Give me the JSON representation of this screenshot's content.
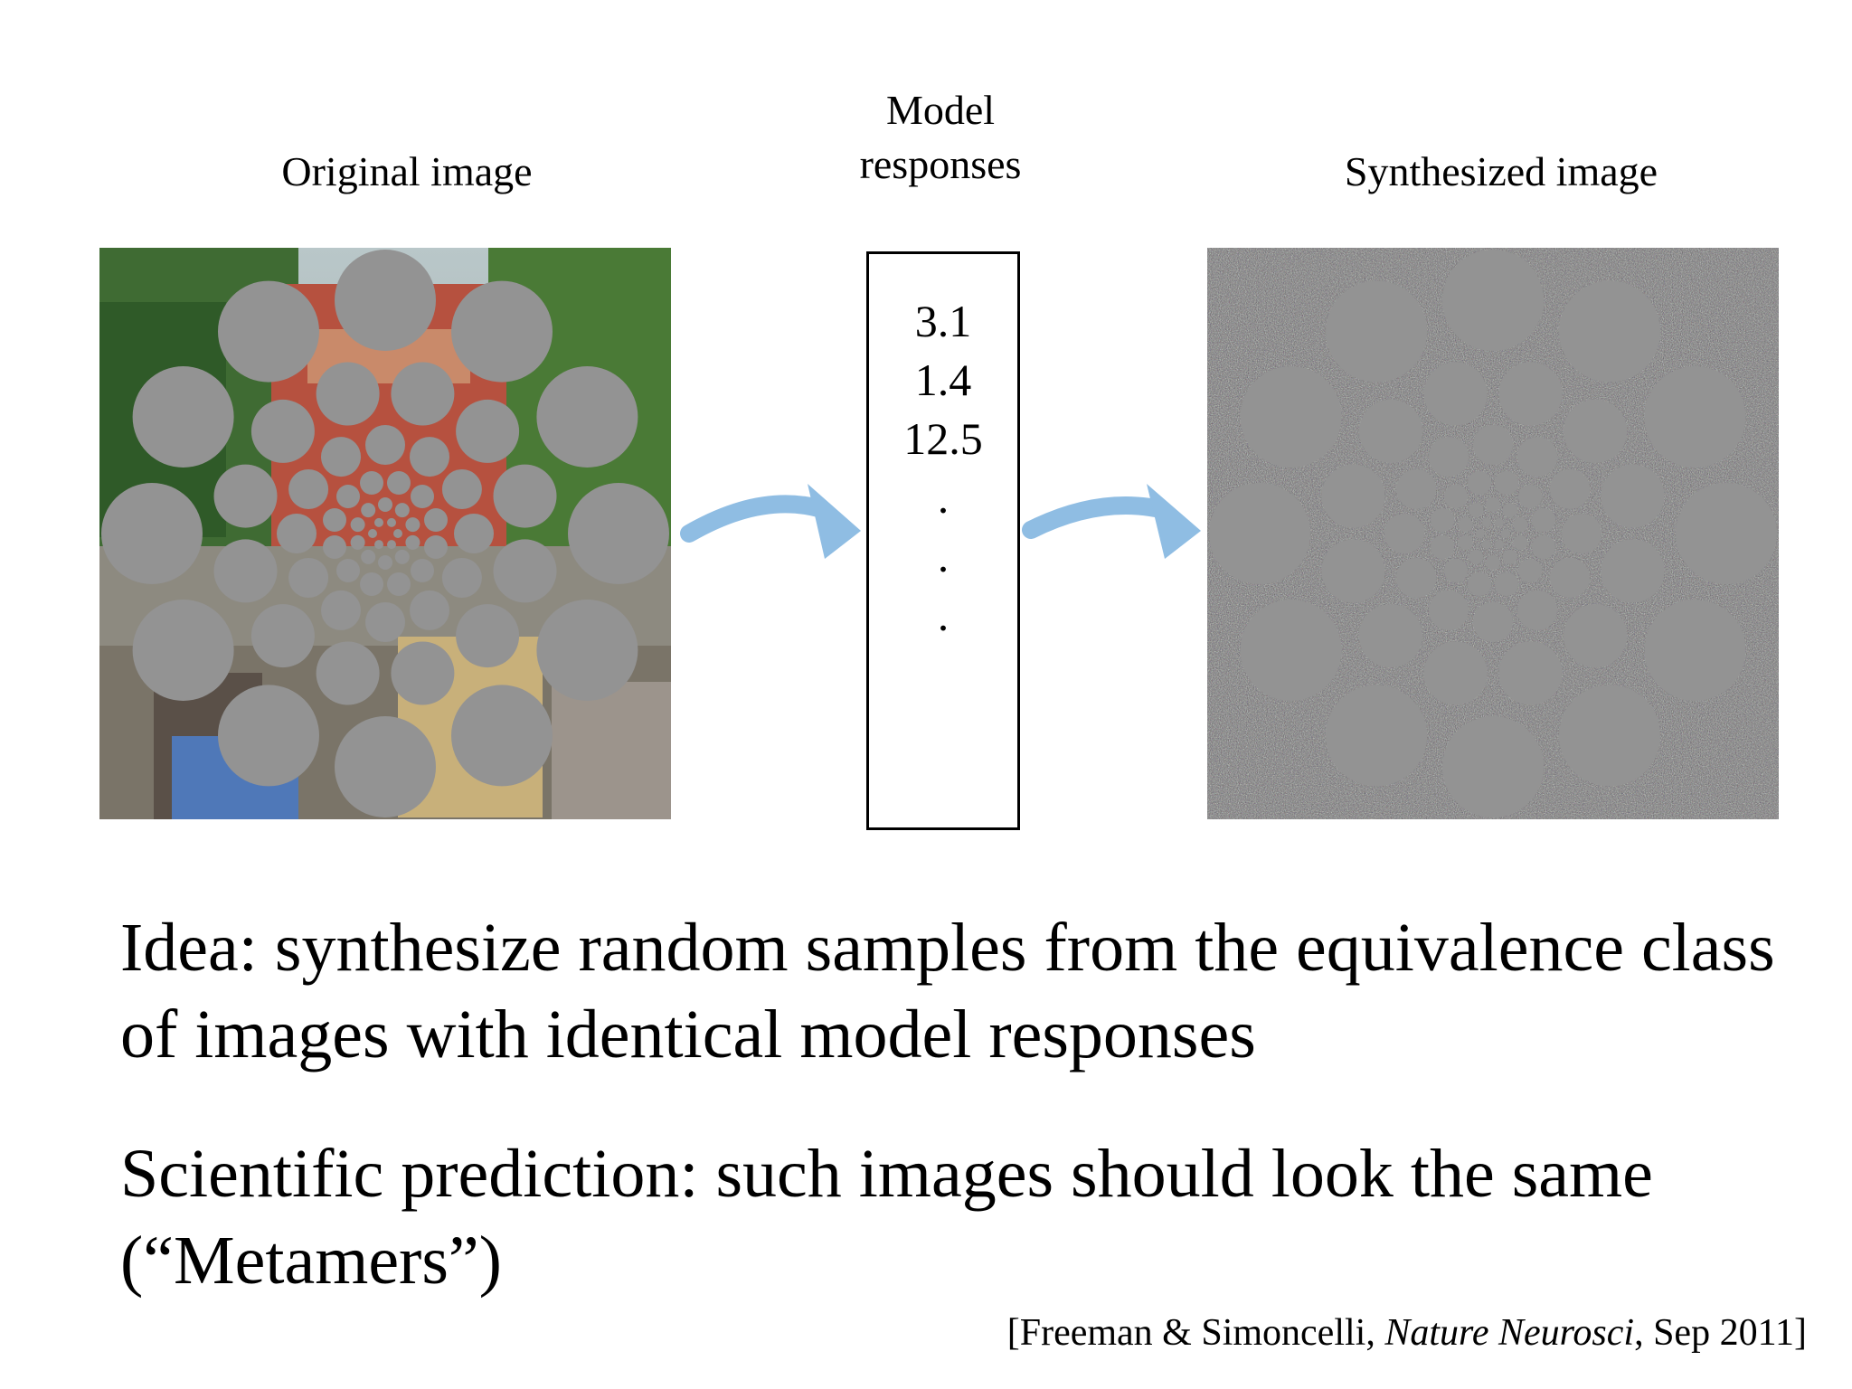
{
  "titles": {
    "original": "Original image",
    "model_line1": "Model",
    "model_line2": "responses",
    "synthesized": "Synthesized image"
  },
  "responses": [
    "3.1",
    "1.4",
    "12.5",
    ".",
    ".",
    "."
  ],
  "text": {
    "idea": "Idea:  synthesize random samples from the equivalence class of images with identical model responses",
    "prediction": "Scientific prediction:  such images should look the same (“Metamers”)"
  },
  "citation": {
    "prefix": "[Freeman & Simoncelli, ",
    "journal": "Nature Neurosci",
    "suffix": ", Sep 2011]"
  },
  "colors": {
    "arrow": "#8fbde3",
    "disk": "#939393",
    "noise_base": "#6f6f6f"
  }
}
